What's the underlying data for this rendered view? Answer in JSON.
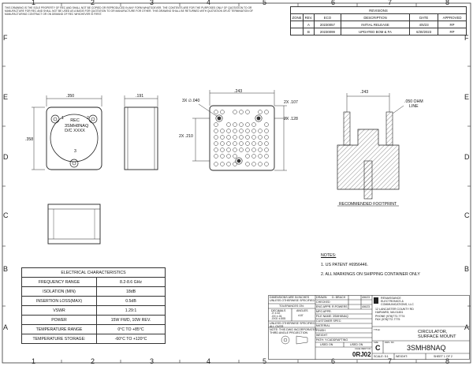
{
  "notice": "THIS DRAWING IS THE SOLE PROPERTY OF REC AND SHALL NOT BE COPIED OR REPRODUCED IN ANY FORM WHATSOEVER. THE CONTENTS ARE FOR THE PURPOSES ONLY OF QUOTATION TO OR MANUFACTURE FOR REC AND SHALL NOT BE USED AS A BASIS FOR QUOTATION TO OR MANUFACTURE FOR OTHER. THIS DRAWING SHALL BE RETURNED WITH QUOTATION OR AT TERMINATION OF MANUFACTURING CONTRACT OR ON DEMAND OF REC WHICHEVER IS FIRST.",
  "zones": {
    "top": [
      "1",
      "2",
      "3",
      "4",
      "5",
      "6",
      "7",
      "8"
    ],
    "bottom": [
      "1",
      "2",
      "3",
      "4",
      "5",
      "6",
      "7",
      "8"
    ],
    "left": [
      "F",
      "E",
      "D",
      "C",
      "B",
      "A"
    ],
    "right": [
      "F",
      "E",
      "D",
      "C",
      "B",
      "A"
    ]
  },
  "revisions": {
    "title": "REVISIONS",
    "headers": [
      "ZONE",
      "REV.",
      "ECO",
      "DESCRIPTION",
      "DATE",
      "APPROVED"
    ],
    "rows": [
      [
        "",
        "A",
        "20230057",
        "INITIAL RELEASE",
        "4/6/23",
        "RP"
      ],
      [
        "",
        "B",
        "20230099",
        "UPDATED BOM & FA",
        "6/30/2023",
        "RP"
      ]
    ]
  },
  "device": {
    "line1": "REC",
    "line2": "3SMH8NAQ",
    "line3": "D/C XXXX",
    "port1": "1",
    "port2": "2",
    "port3": "3"
  },
  "dims": {
    "top_width": ".350",
    "left_height": ".358",
    "side_width": ".191",
    "bottom_width": ".243",
    "hole_dia": "3X ∅.040",
    "dim_107": "2X .107",
    "dim_128": "2X .128",
    "dim_210": "2X .210",
    "fp_width": ".243",
    "fp_line": ".050 OHM",
    "fp_line2": "LINE"
  },
  "footprint_label": "RECOMMENDED FOOTPRINT",
  "notes": {
    "title": "NOTES:",
    "items": [
      "1.   US PATENT #6956446.",
      "2.   ALL MARKINGS ON SHIPPING CONTAINER ONLY"
    ]
  },
  "electrical": {
    "title": "ELECTRICAL CHARACTERISTICS",
    "rows": [
      [
        "FREQUENCY RANGE",
        "8.2-8.6 GHz"
      ],
      [
        "ISOLATION (MIN)",
        "18dB"
      ],
      [
        "INSERTION LOSS(MAX)",
        "0.5dB"
      ],
      [
        "VSWR",
        "1.29:1"
      ],
      [
        "POWER",
        "15W FWD, 10W REV."
      ],
      [
        "TEMPERATURE RANGE",
        "0°C TO +85°C"
      ],
      [
        "TEMPERATURE STORAGE:",
        "-60°C TO +120°C"
      ]
    ]
  },
  "titleblock": {
    "dims_note": "DIMENSIONS ARE IN INCHES",
    "unless": "UNLESS OTHERWISE SPECIFIED",
    "tolerances": "TOLERANCES ON:",
    "decimals": "DECIMALS",
    "angles": "ANGLES",
    "tol1": ".X   ±.02",
    ".tol2": "",
    "tol2": ".XX  ±.01",
    "tol3": ".XXX ±.005",
    "angle_tol": "±10'",
    "unless2": "UNLESS OTHERWISE SPECIFIED",
    "all_over": "ALL OVER",
    "third_angle": "NOTE: THIS DWG INCORPORATES",
    "third_angle2": "THIRD ANGLE PROJECTION",
    "drawn": "DRAWN",
    "drawn_by": "D. BRACH",
    "drawn_date": "4/6/23",
    "checked": "CHECKED",
    "eng_appr": "ENG APPR.",
    "eng_by": "R.POWERS",
    "eng_date": "4/6/23",
    "mfg_appr": "MFG APPR.",
    "file_name": "FILE NAME: 3SMH8NAQ",
    "customer_spec": "CUSTOMER SPEC:",
    "material": "MATERIAL",
    "finish": "FINISH",
    "weight": "WEIGHT",
    "path": "PATH: Y:CADDRAFTING",
    "used_on": "USED ON",
    "used_on2": "USED ON",
    "code_label": "CAGE IDENT NO",
    "code": "0RJ02",
    "company1": "RENAISSANCE",
    "company2": "ELECTRONICS &",
    "company3": "COMMUNICATIONS, LLC",
    "addr1": "12 LANCASTER COUNTY RD",
    "addr2": "HARVARD, MA 01451",
    "phone": "PHONE (978)772-7774",
    "fax": "FAX    (978)772-7775",
    "title_label": "TITLE:",
    "title1": "CIRCULATOR,",
    "title2": "SURFACE MOUNT",
    "size_label": "SIZE",
    "size": "C",
    "dwg_label": "DWG. NO.",
    "dwg_no": "3SMH8NAQ",
    "scale": "SCALE: 5:1",
    "weight2": "WEIGHT:",
    "sheet": "SHEET 1 OF 2"
  }
}
